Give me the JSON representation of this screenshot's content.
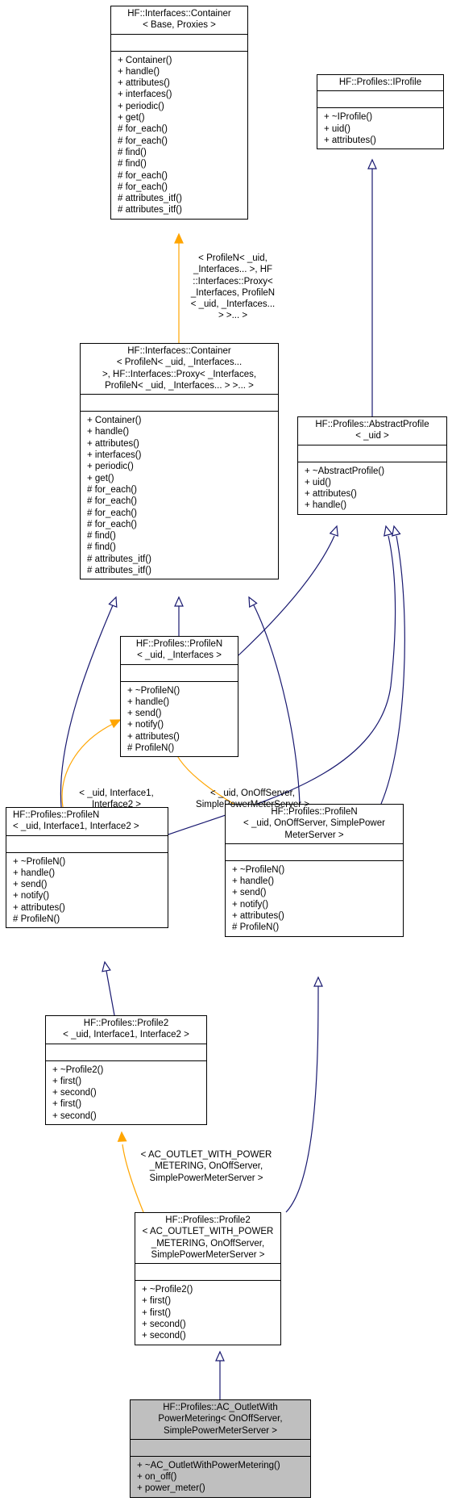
{
  "nodes": [
    {
      "id": "container_base",
      "title": [
        "HF::Interfaces::Container",
        "< Base, Proxies >"
      ],
      "members": [
        "+ Container()",
        "+ handle()",
        "+ attributes()",
        "+ interfaces()",
        "+ periodic()",
        "+ get()",
        "# for_each()",
        "# for_each()",
        "# find()",
        "# find()",
        "# for_each()",
        "# for_each()",
        "# attributes_itf()",
        "# attributes_itf()"
      ]
    },
    {
      "id": "iprofile",
      "title": [
        "HF::Profiles::IProfile"
      ],
      "members": [
        "+ ~IProfile()",
        "+ uid()",
        "+ attributes()"
      ]
    },
    {
      "id": "container_profilen",
      "title": [
        "HF::Interfaces::Container",
        "< ProfileN< _uid, _Interfaces...",
        " >, HF::Interfaces::Proxy< _Interfaces,",
        " ProfileN< _uid, _Interfaces... > >... >"
      ],
      "members": [
        "+ Container()",
        "+ handle()",
        "+ attributes()",
        "+ interfaces()",
        "+ periodic()",
        "+ get()",
        "# for_each()",
        "# for_each()",
        "# for_each()",
        "# for_each()",
        "# find()",
        "# find()",
        "# attributes_itf()",
        "# attributes_itf()"
      ]
    },
    {
      "id": "abstractprofile",
      "title": [
        "HF::Profiles::AbstractProfile",
        "< _uid >"
      ],
      "members": [
        "+ ~AbstractProfile()",
        "+ uid()",
        "+ attributes()",
        "+ handle()"
      ]
    },
    {
      "id": "profilen_generic",
      "title": [
        "HF::Profiles::ProfileN",
        "< _uid, _Interfaces >"
      ],
      "members": [
        "+ ~ProfileN()",
        "+ handle()",
        "+ send()",
        "+ notify()",
        "+ attributes()",
        "# ProfileN()"
      ]
    },
    {
      "id": "profilen_if12",
      "title": [
        "HF::Profiles::ProfileN",
        "< _uid, Interface1, Interface2 >"
      ],
      "members": [
        "+ ~ProfileN()",
        "+ handle()",
        "+ send()",
        "+ notify()",
        "+ attributes()",
        "# ProfileN()"
      ]
    },
    {
      "id": "profilen_onoff",
      "title": [
        "HF::Profiles::ProfileN",
        "< _uid, OnOffServer, SimplePower",
        "MeterServer >"
      ],
      "members": [
        "+ ~ProfileN()",
        "+ handle()",
        "+ send()",
        "+ notify()",
        "+ attributes()",
        "# ProfileN()"
      ]
    },
    {
      "id": "profile2_if12",
      "title": [
        "HF::Profiles::Profile2",
        "< _uid, Interface1, Interface2 >"
      ],
      "members": [
        "+ ~Profile2()",
        "+ first()",
        "+ second()",
        "+ first()",
        "+ second()"
      ]
    },
    {
      "id": "profile2_ac",
      "title": [
        "HF::Profiles::Profile2",
        "< AC_OUTLET_WITH_POWER",
        "_METERING, OnOffServer,",
        "SimplePowerMeterServer >"
      ],
      "members": [
        "+ ~Profile2()",
        "+ first()",
        "+ first()",
        "+ second()",
        "+ second()"
      ]
    },
    {
      "id": "ac_outlet",
      "title": [
        "HF::Profiles::AC_OutletWith",
        "PowerMetering< OnOffServer,",
        "SimplePowerMeterServer >"
      ],
      "members": [
        "+ ~AC_OutletWithPowerMetering()",
        "+ on_off()",
        "+ power_meter()"
      ]
    }
  ],
  "edge_labels": [
    {
      "id": "label_container",
      "lines": [
        "< ProfileN< _uid,",
        "_Interfaces... >, HF",
        "::Interfaces::Proxy<",
        "_Interfaces, ProfileN",
        "< _uid, _Interfaces...",
        "> >... >"
      ]
    },
    {
      "id": "label_if12",
      "lines": [
        "< _uid, Interface1,",
        "Interface2 >"
      ]
    },
    {
      "id": "label_onoff",
      "lines": [
        "< _uid, OnOffServer,",
        "SimplePowerMeterServer >"
      ]
    },
    {
      "id": "label_ac",
      "lines": [
        "< AC_OUTLET_WITH_POWER",
        "_METERING, OnOffServer,",
        "SimplePowerMeterServer >"
      ]
    }
  ],
  "colors": {
    "inheritance_edge": "#191970",
    "template_edge": "#ffa500",
    "highlight_fill": "#bfbfbf",
    "border": "#000000"
  }
}
